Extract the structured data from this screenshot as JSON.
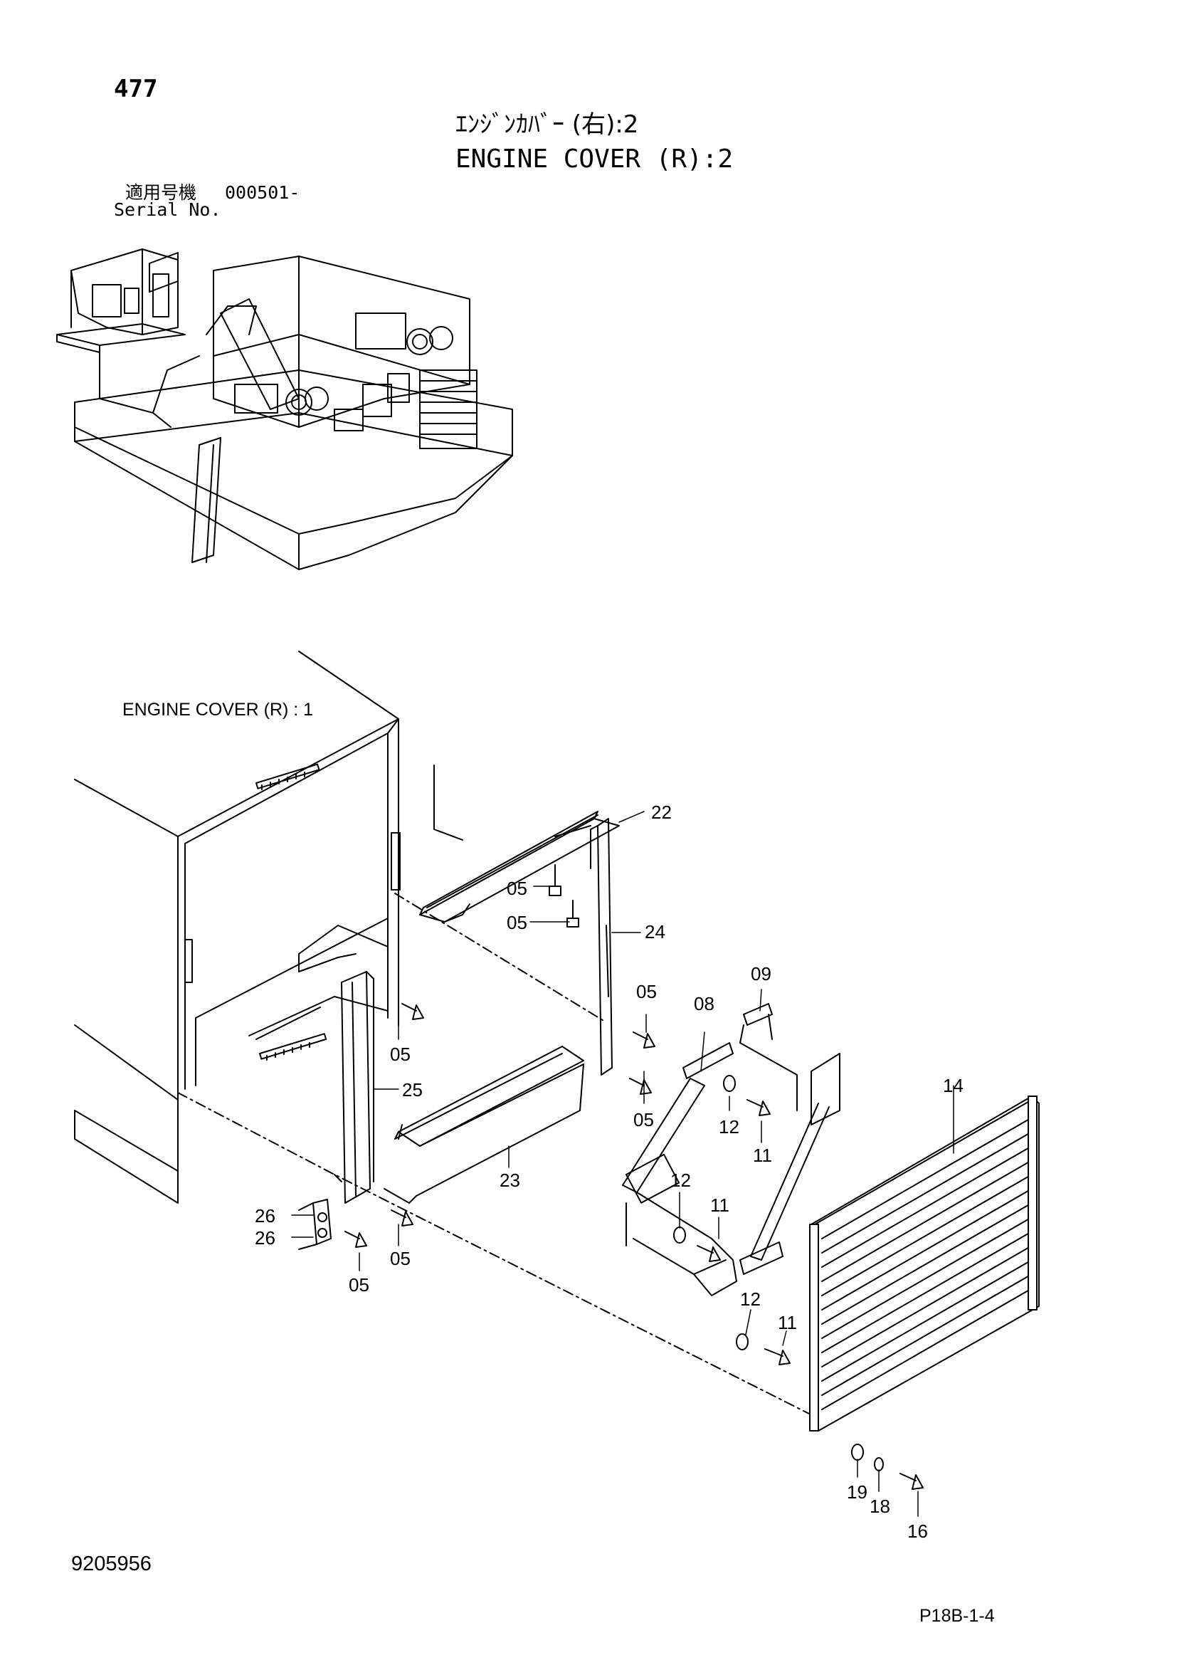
{
  "header": {
    "page_number": "477",
    "title_jp": "ｴﾝｼﾞﾝｶﾊﾞｰ (右):2",
    "title_en": "ENGINE COVER (R):2",
    "serial_label_jp": "適用号機",
    "serial_value": "000501-",
    "serial_label_en": "Serial No."
  },
  "diagram": {
    "sub_reference": "ENGINE COVER (R) : 1",
    "callouts": {
      "c22": "22",
      "c05a": "05",
      "c05b": "05",
      "c24": "24",
      "c05c": "05",
      "c05d": "05",
      "c08": "08",
      "c09": "09",
      "c05e": "05",
      "c25": "25",
      "c12a": "12",
      "c11a": "11",
      "c14": "14",
      "c23": "23",
      "c12b": "12",
      "c11b": "11",
      "c26a": "26",
      "c26b": "26",
      "c05f": "05",
      "c05g": "05",
      "c12c": "12",
      "c11c": "11",
      "c19": "19",
      "c18": "18",
      "c16": "16"
    }
  },
  "footer": {
    "doc_code": "9205956",
    "figure_code": "P18B-1-4"
  }
}
